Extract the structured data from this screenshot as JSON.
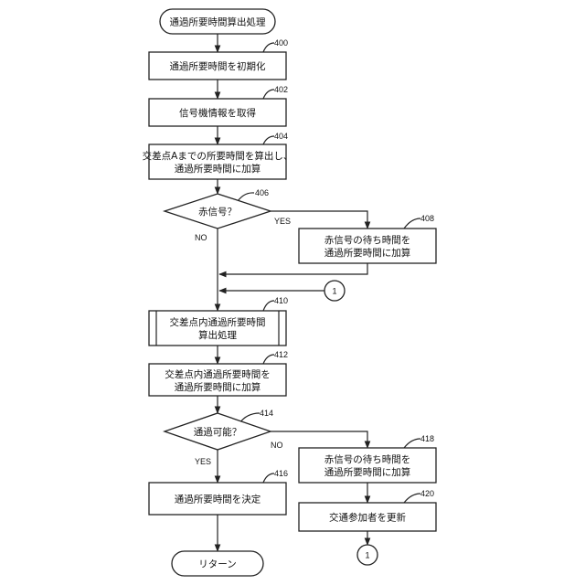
{
  "nodes": {
    "start": {
      "lines": [
        "通過所要時間算出処理"
      ]
    },
    "n400": {
      "ref": "400",
      "lines": [
        "通過所要時間を初期化"
      ]
    },
    "n402": {
      "ref": "402",
      "lines": [
        "信号機情報を取得"
      ]
    },
    "n404": {
      "ref": "404",
      "lines": [
        "交差点Aまでの所要時間を算出し、",
        "通過所要時間に加算"
      ]
    },
    "d406": {
      "ref": "406",
      "lines": [
        "赤信号？"
      ]
    },
    "n408": {
      "ref": "408",
      "lines": [
        "赤信号の待ち時間を",
        "通過所要時間に加算"
      ]
    },
    "n410": {
      "ref": "410",
      "lines": [
        "交差点内通過所要時間",
        "算出処理"
      ]
    },
    "n412": {
      "ref": "412",
      "lines": [
        "交差点内通過所要時間を",
        "通過所要時間に加算"
      ]
    },
    "d414": {
      "ref": "414",
      "lines": [
        "通過可能？"
      ]
    },
    "n416": {
      "ref": "416",
      "lines": [
        "通過所要時間を決定"
      ]
    },
    "n418": {
      "ref": "418",
      "lines": [
        "赤信号の待ち時間を",
        "通過所要時間に加算"
      ]
    },
    "n420": {
      "ref": "420",
      "lines": [
        "交通参加者を更新"
      ]
    },
    "end": {
      "lines": [
        "リターン"
      ]
    },
    "conn_top": {
      "lines": [
        "1"
      ]
    },
    "conn_bottom": {
      "lines": [
        "1"
      ]
    }
  },
  "branches": {
    "d406_yes": "YES",
    "d406_no": "NO",
    "d414_no": "NO",
    "d414_yes": "YES"
  }
}
